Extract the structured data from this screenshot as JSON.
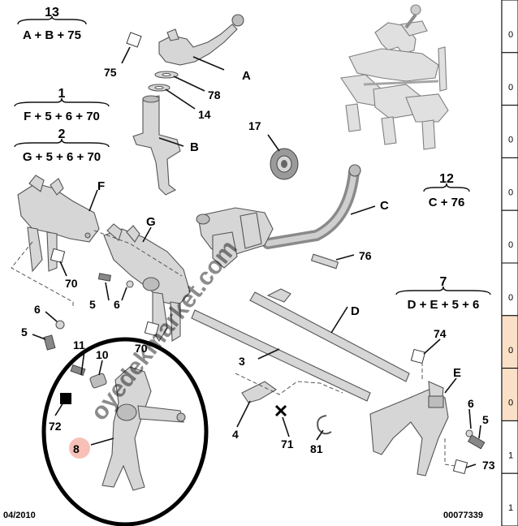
{
  "formulas": [
    {
      "number": "13",
      "expr": "A + B + 75"
    },
    {
      "number": "1",
      "expr": "F + 5 + 6 + 70"
    },
    {
      "number": "2",
      "expr": "G + 5 + 6 + 70"
    },
    {
      "number": "12",
      "expr": "C + 76"
    },
    {
      "number": "7",
      "expr": "D + E + 5 + 6"
    }
  ],
  "labels": {
    "A": "A",
    "B": "B",
    "C": "C",
    "D": "D",
    "E": "E",
    "F": "F",
    "G": "G",
    "n75": "75",
    "n78": "78",
    "n14": "14",
    "n17": "17",
    "n76": "76",
    "n70a": "70",
    "n70b": "70",
    "n5a": "5",
    "n6a": "6",
    "n6b": "6",
    "n5b": "5",
    "n11": "11",
    "n10": "10",
    "n72": "72",
    "n8": "8",
    "n3": "3",
    "n4": "4",
    "n71": "71",
    "n81": "81",
    "n74": "74",
    "n6c": "6",
    "n5c": "5",
    "n73": "73"
  },
  "watermark": "oyedekmarket.com",
  "footer": {
    "date": "04/2010",
    "ref": "00077339"
  },
  "side_table": {
    "rows": [
      "0",
      "0",
      "0",
      "0",
      "0",
      "0",
      "0",
      "0",
      "1",
      "1"
    ],
    "highlight_rows": [
      6,
      7
    ],
    "highlight_color": "#fbe0c8"
  },
  "colors": {
    "highlight_marker": "#f6b0a6",
    "callout_circle": "#000000"
  }
}
